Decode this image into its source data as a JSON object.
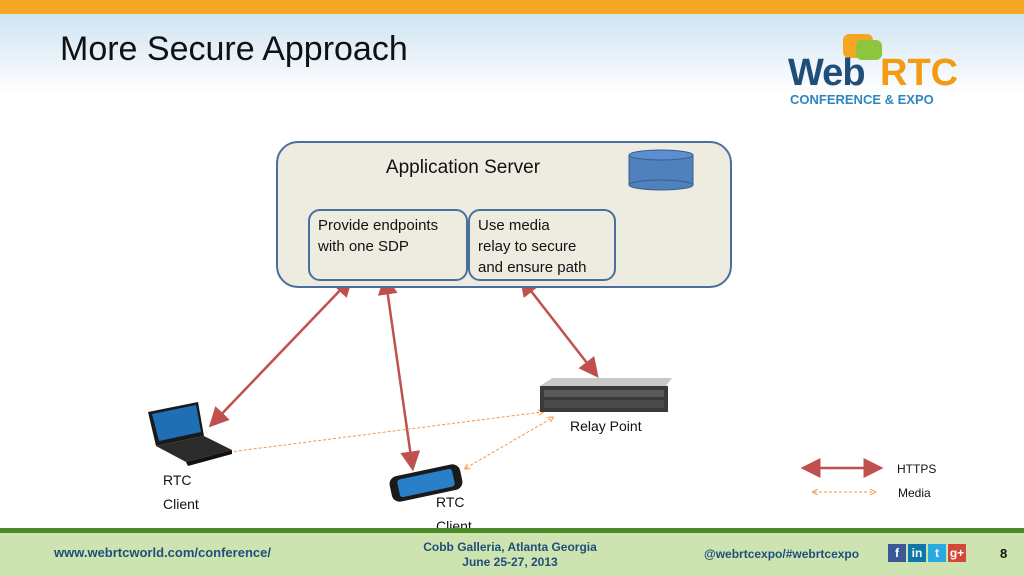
{
  "slide": {
    "title": "More Secure Approach",
    "page_number": "8"
  },
  "logo": {
    "web": "Web",
    "rtc": "RTC",
    "subtitle": "CONFERENCE & EXPO"
  },
  "diagram": {
    "app_server_label": "Application Server",
    "box_endpoints": [
      "Provide endpoints",
      "with one SDP"
    ],
    "box_media": [
      "Use media",
      "relay to secure",
      "and ensure path"
    ],
    "relay_label": "Relay Point",
    "rtc_client_1": [
      "RTC",
      "Client"
    ],
    "rtc_client_2": [
      "RTC",
      "Client"
    ]
  },
  "legend": {
    "https": "HTTPS",
    "media": "Media"
  },
  "footer": {
    "url": "www.webrtcworld.com/conference/",
    "venue_line1": "Cobb Galleria, Atlanta Georgia",
    "venue_line2": "June 25-27, 2013",
    "social": "@webrtcexpo/#webrtcexpo",
    "social_icons": [
      "facebook-icon",
      "linkedin-icon",
      "twitter-icon",
      "googleplus-icon"
    ]
  },
  "colors": {
    "top_bar": "#f5a623",
    "box_border": "#4a6f9c",
    "box_fill": "#eeece1",
    "https_arrow": "#c0504d",
    "media_arrow": "#f79646",
    "footer_bg": "#cde4b0"
  }
}
